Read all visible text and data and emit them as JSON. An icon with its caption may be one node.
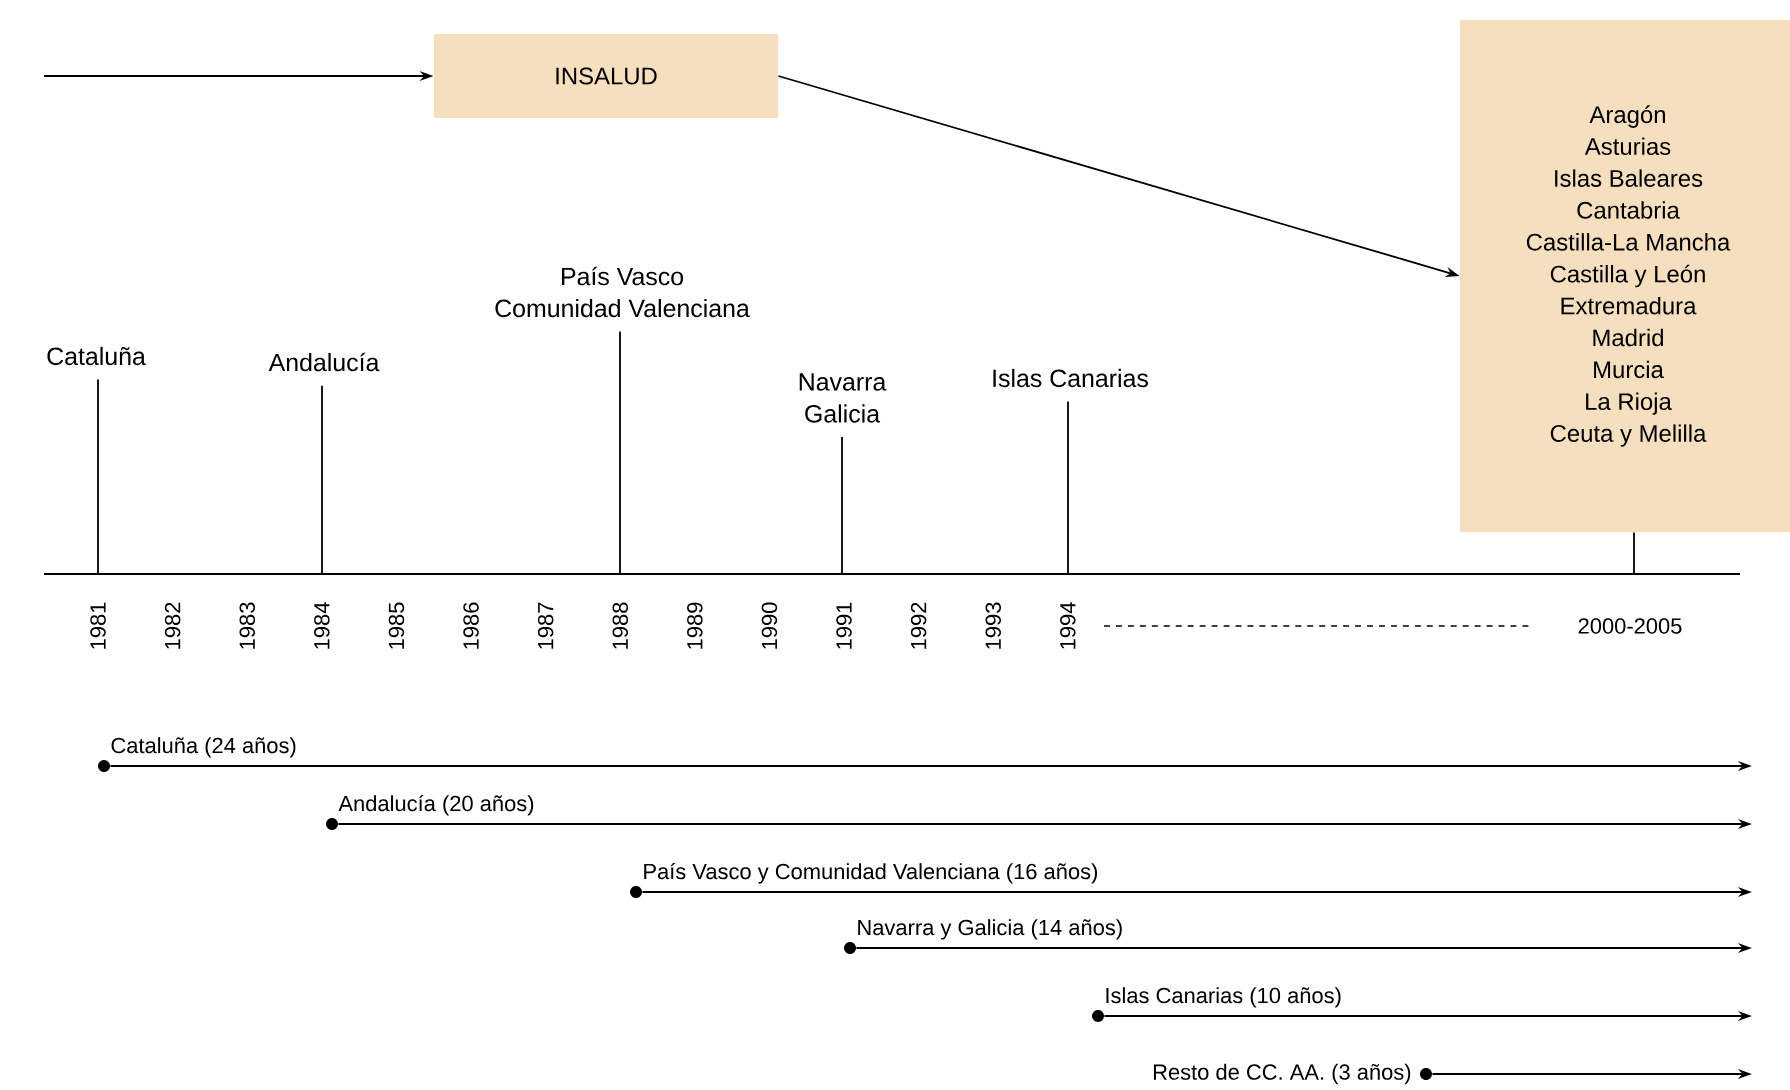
{
  "diagram": {
    "nodes": [
      {
        "text": [
          "INSALUD"
        ]
      },
      {
        "text": [
          "Aragón",
          "Asturias",
          "Islas Baleares",
          "Cantabria",
          "Castilla-La Mancha",
          "Castilla y León",
          "Extremadura",
          "Madrid",
          "Murcia",
          "La Rioja",
          "Ceuta y Melilla"
        ]
      },
      {
        "text": [
          "Cataluña"
        ]
      },
      {
        "text": [
          "Andalucía"
        ]
      },
      {
        "text": [
          "País Vasco",
          "Comunidad Valenciana"
        ]
      },
      {
        "text": [
          "Navarra",
          "Galicia"
        ]
      },
      {
        "text": [
          "Islas Canarias"
        ]
      },
      {
        "text": [],
        "shape": "circle",
        "beside": [
          "Cataluña (24 años)"
        ]
      },
      {
        "text": [],
        "shape": "circle",
        "beside": [
          "Andalucía (20 años)"
        ]
      },
      {
        "text": [],
        "shape": "circle",
        "beside": [
          "País Vasco y Comunidad Valenciana (16 años)"
        ]
      },
      {
        "text": [],
        "shape": "circle",
        "beside": [
          "Navarra y Galicia (14 años)"
        ]
      },
      {
        "text": [],
        "shape": "circle",
        "beside": [
          "Islas Canarias (10 años)"
        ]
      },
      {
        "text": [],
        "shape": "circle",
        "beside": [
          "Resto de CC. AA. (3 años)"
        ]
      }
    ],
    "edges": [
      {
        "from": null,
        "to": 0,
        "arrow": "to"
      },
      {
        "from": 0,
        "to": 1,
        "arrow": "to"
      },
      {
        "from": 2,
        "to": null,
        "arrow": "none"
      },
      {
        "from": 3,
        "to": null,
        "arrow": "none"
      },
      {
        "from": 4,
        "to": null,
        "arrow": "none"
      },
      {
        "from": 5,
        "to": null,
        "arrow": "none"
      },
      {
        "from": 6,
        "to": null,
        "arrow": "none"
      },
      {
        "from": 1,
        "to": null,
        "arrow": "none"
      },
      {
        "from": 7,
        "to": null,
        "arrow": "to"
      },
      {
        "from": 8,
        "to": null,
        "arrow": "to"
      },
      {
        "from": 9,
        "to": null,
        "arrow": "to"
      },
      {
        "from": 10,
        "to": null,
        "arrow": "to"
      },
      {
        "from": 11,
        "to": null,
        "arrow": "to"
      },
      {
        "from": 12,
        "to": null,
        "arrow": "to"
      }
    ],
    "labels": [
      "1981",
      "1982",
      "1983",
      "1984",
      "1985",
      "1986",
      "1987",
      "1988",
      "1989",
      "1990",
      "1991",
      "1992",
      "1993",
      "1994",
      "2000-2005"
    ]
  }
}
